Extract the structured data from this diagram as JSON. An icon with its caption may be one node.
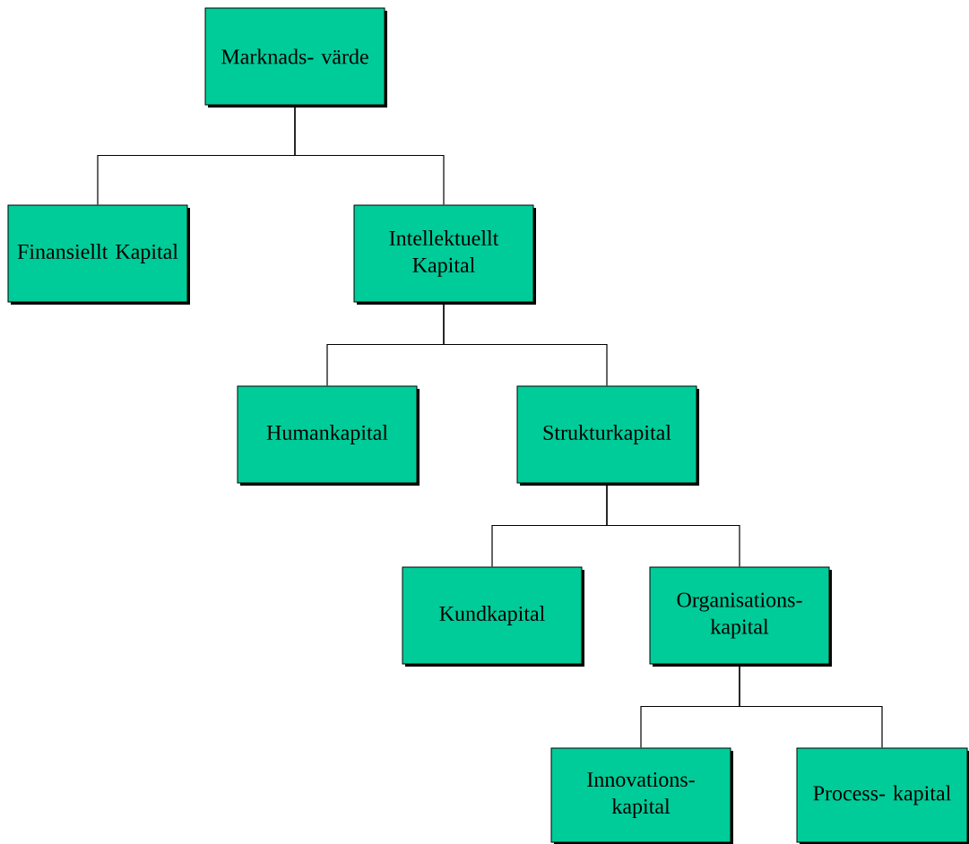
{
  "diagram": {
    "nodes": [
      {
        "text": [
          "Marknads- värde"
        ]
      },
      {
        "text": [
          "Finansiellt Kapital"
        ]
      },
      {
        "text": [
          "Intellektuellt Kapital"
        ]
      },
      {
        "text": [
          "Humankapital"
        ]
      },
      {
        "text": [
          "Strukturkapital"
        ]
      },
      {
        "text": [
          "Kundkapital"
        ]
      },
      {
        "text": [
          "Organisations- kapital"
        ]
      },
      {
        "text": [
          "Innovations- kapital"
        ]
      },
      {
        "text": [
          "Process- kapital"
        ]
      }
    ],
    "edges": [
      {
        "from": 0,
        "to": 1,
        "arrow": "none"
      },
      {
        "from": 0,
        "to": 2,
        "arrow": "none"
      },
      {
        "from": 2,
        "to": 3,
        "arrow": "none"
      },
      {
        "from": 2,
        "to": 4,
        "arrow": "none"
      },
      {
        "from": 4,
        "to": 5,
        "arrow": "none"
      },
      {
        "from": 4,
        "to": 6,
        "arrow": "none"
      },
      {
        "from": 6,
        "to": 7,
        "arrow": "none"
      },
      {
        "from": 6,
        "to": 8,
        "arrow": "none"
      }
    ]
  }
}
